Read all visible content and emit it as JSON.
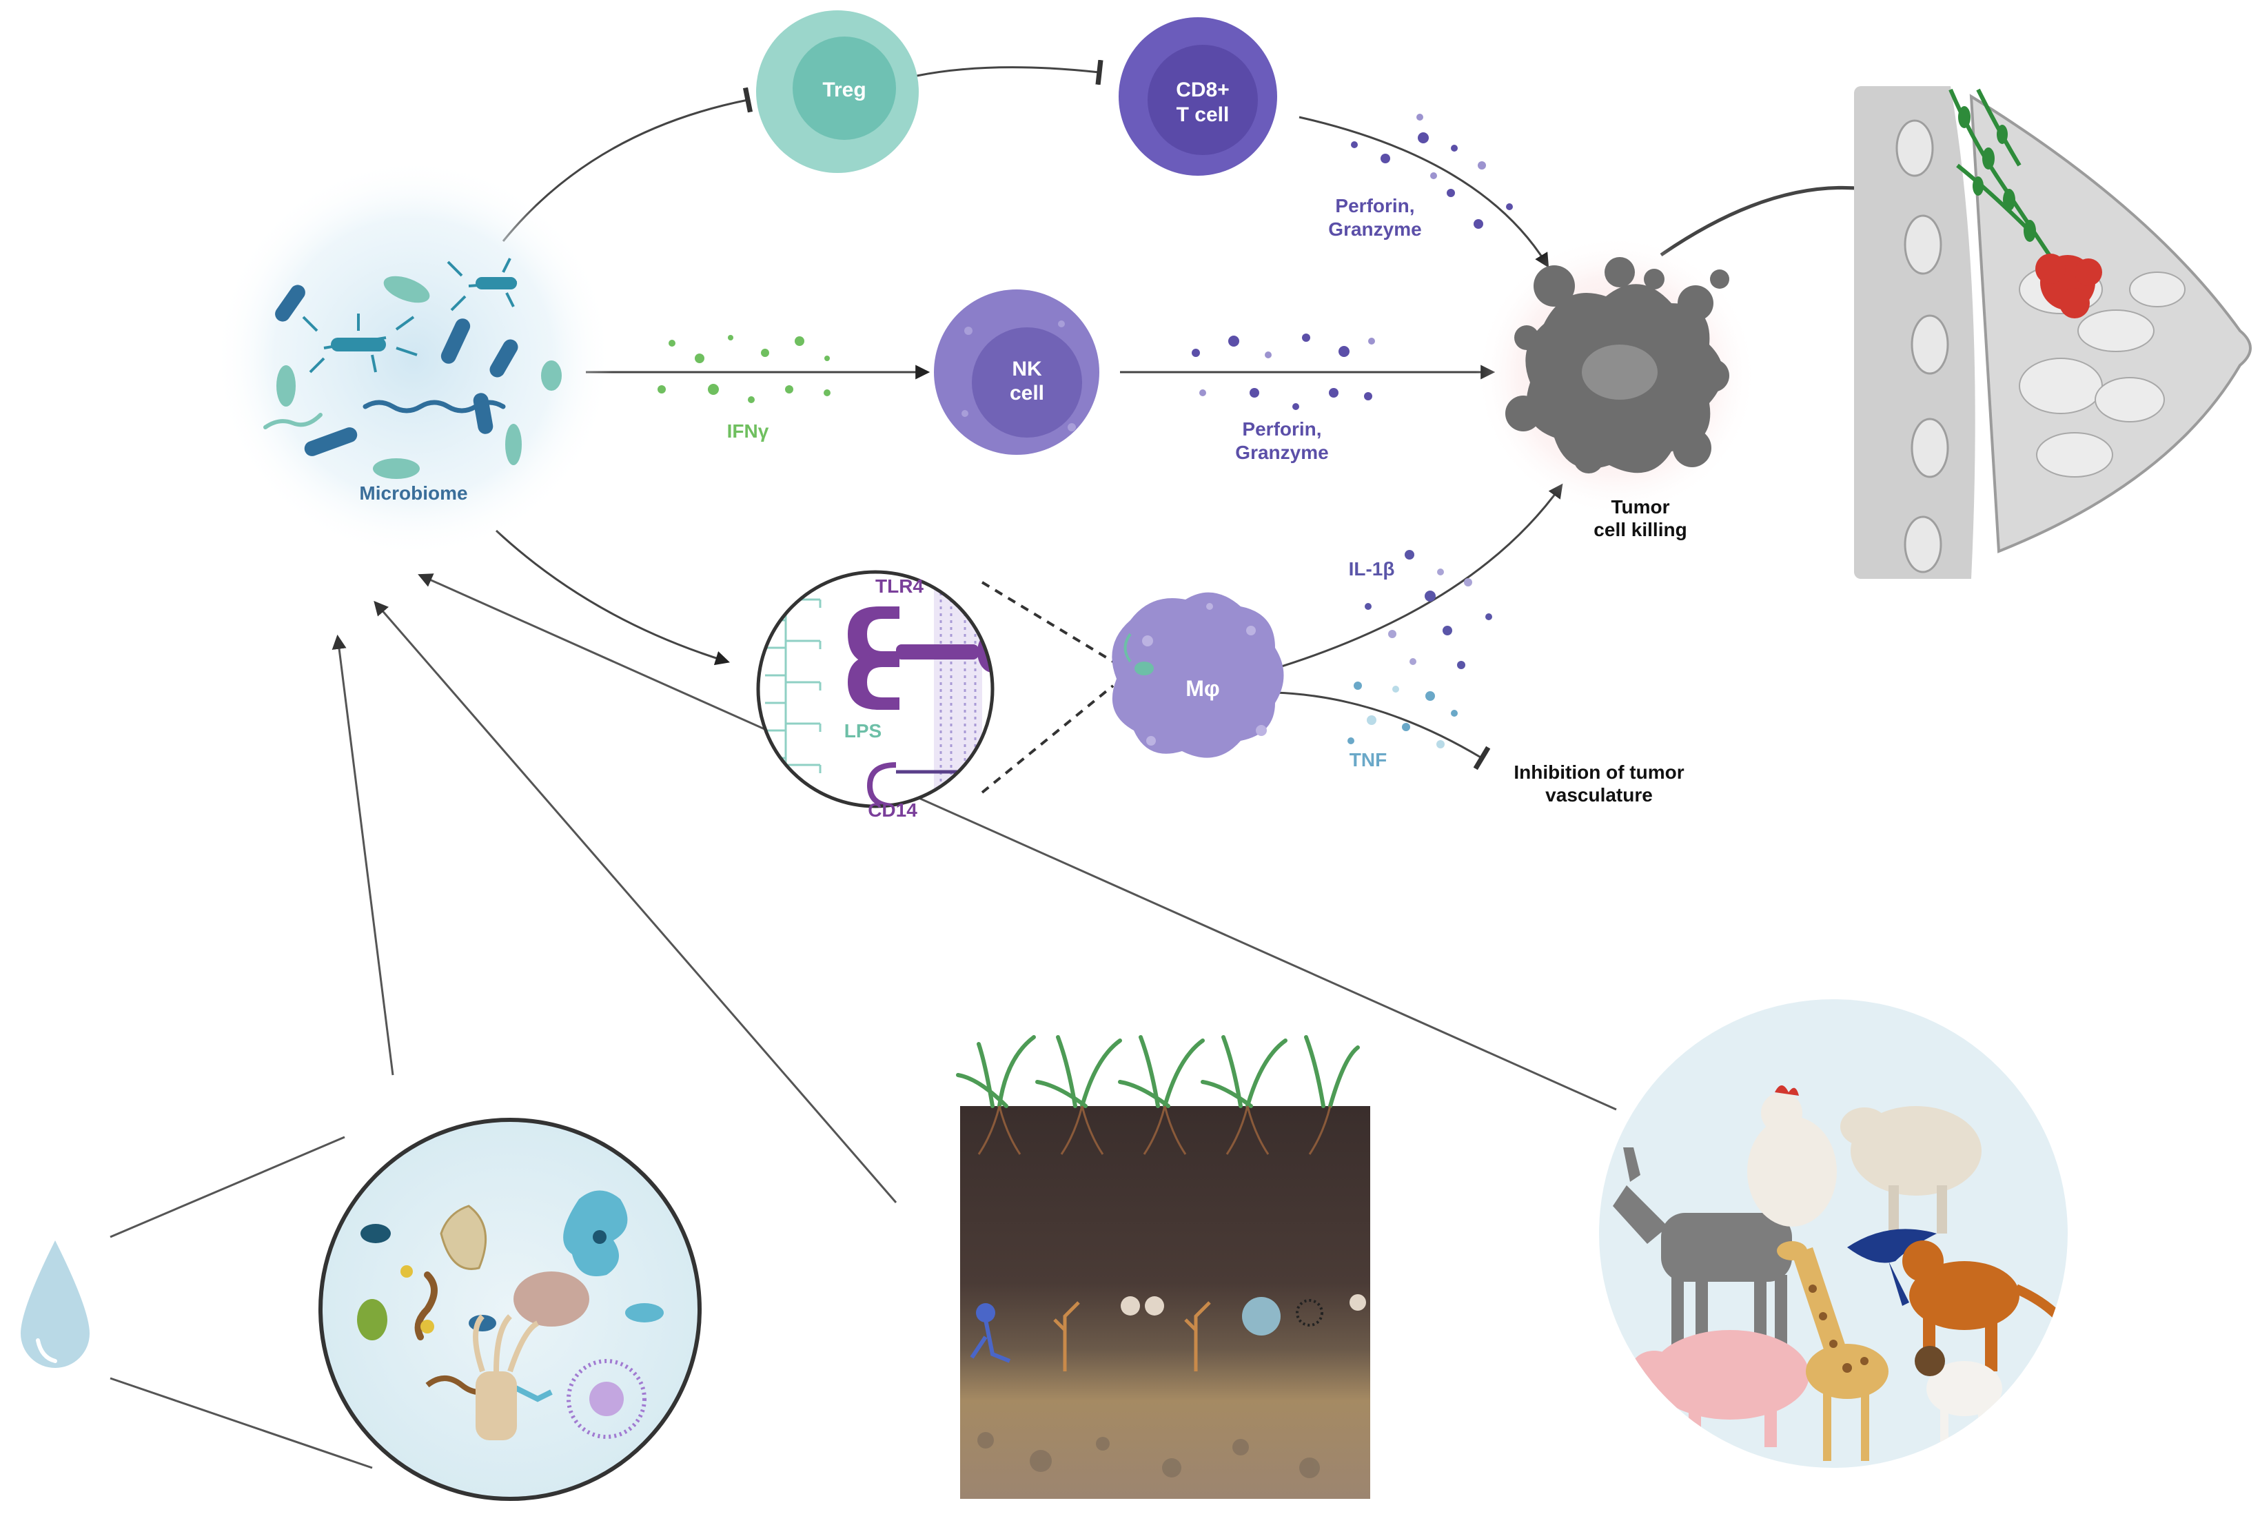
{
  "labels": {
    "microbiome": "Microbiome",
    "treg": "Treg",
    "cd8_line1": "CD8+",
    "cd8_line2": "T cell",
    "nk_line1": "NK",
    "nk_line2": "cell",
    "ifng": "IFNγ",
    "perforin_top_1": "Perforin,",
    "perforin_top_2": "Granzyme",
    "perforin_mid_1": "Perforin,",
    "perforin_mid_2": "Granzyme",
    "tumor_line1": "Tumor",
    "tumor_line2": "cell killing",
    "tlr4": "TLR4",
    "lps": "LPS",
    "cd14": "CD14",
    "macrophage": "Mφ",
    "il1b": "IL-1β",
    "tnf": "TNF",
    "inhibition_line1": "Inhibition of tumor",
    "inhibition_line2": "vasculature"
  },
  "colors": {
    "microbiome_label": "#3a6e9a",
    "treg": "#8fd0c4",
    "treg_inner": "#6cbfb1",
    "cd8": "#6a5bb8",
    "cd8_inner": "#5a4aa6",
    "nk": "#8b7ec9",
    "nk_inner": "#7264b8",
    "ifng": "#6fbf5f",
    "perforin": "#5b4fa8",
    "tlr4": "#7a3f9a",
    "lps": "#6dbfa7",
    "macrophage": "#9a8ed0",
    "il1b": "#5a55a8",
    "tnf": "#6aa8c8",
    "tumor": "#6e6e6e",
    "breast_tumor": "#d2372e",
    "lymph": "#2e8b3a"
  },
  "icons": [
    "water-drop-icon",
    "bacteria-icon",
    "soil-icon",
    "animals-icon"
  ]
}
